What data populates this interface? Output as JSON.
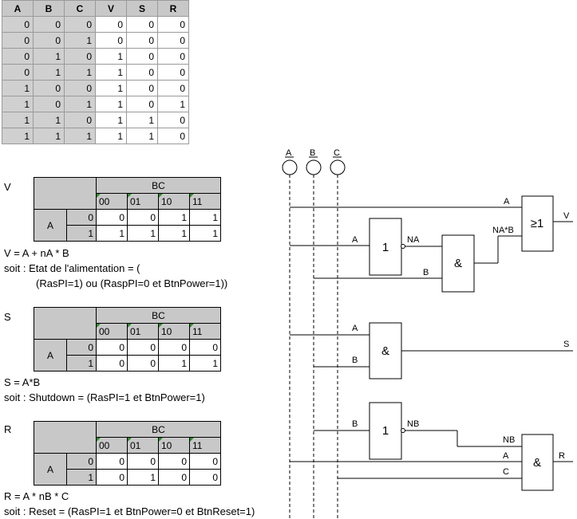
{
  "truth_table": {
    "headers": [
      "A",
      "B",
      "C",
      "V",
      "S",
      "R"
    ],
    "rows": [
      [
        "0",
        "0",
        "0",
        "0",
        "0",
        "0"
      ],
      [
        "0",
        "0",
        "1",
        "0",
        "0",
        "0"
      ],
      [
        "0",
        "1",
        "0",
        "1",
        "0",
        "0"
      ],
      [
        "0",
        "1",
        "1",
        "1",
        "0",
        "0"
      ],
      [
        "1",
        "0",
        "0",
        "1",
        "0",
        "0"
      ],
      [
        "1",
        "0",
        "1",
        "1",
        "0",
        "1"
      ],
      [
        "1",
        "1",
        "0",
        "1",
        "1",
        "0"
      ],
      [
        "1",
        "1",
        "1",
        "1",
        "1",
        "0"
      ]
    ]
  },
  "kmaps": [
    {
      "label": "V",
      "bc": "BC",
      "cols": [
        "00",
        "01",
        "10",
        "11"
      ],
      "row_var": "A",
      "rows": [
        {
          "a": "0",
          "vals": [
            "0",
            "0",
            "1",
            "1"
          ]
        },
        {
          "a": "1",
          "vals": [
            "1",
            "1",
            "1",
            "1"
          ]
        }
      ],
      "eq": "V = A + nA * B",
      "desc1": "soit : Etat de l'alimentation = (",
      "desc2": "(RasPI=1) ou (RaspPI=0 et BtnPower=1))"
    },
    {
      "label": "S",
      "bc": "BC",
      "cols": [
        "00",
        "01",
        "10",
        "11"
      ],
      "row_var": "A",
      "rows": [
        {
          "a": "0",
          "vals": [
            "0",
            "0",
            "0",
            "0"
          ]
        },
        {
          "a": "1",
          "vals": [
            "0",
            "0",
            "1",
            "1"
          ]
        }
      ],
      "eq": "S = A*B",
      "desc1": "soit : Shutdown = (RasPI=1 et BtnPower=1)",
      "desc2": ""
    },
    {
      "label": "R",
      "bc": "BC",
      "cols": [
        "00",
        "01",
        "10",
        "11"
      ],
      "row_var": "A",
      "rows": [
        {
          "a": "0",
          "vals": [
            "0",
            "0",
            "0",
            "0"
          ]
        },
        {
          "a": "1",
          "vals": [
            "0",
            "1",
            "0",
            "0"
          ]
        }
      ],
      "eq": "R = A * nB * C",
      "desc1": "soit : Reset = (RasPI=1 et BtnPower=0 et BtnReset=1)",
      "desc2": ""
    }
  ],
  "circuit": {
    "inputs": [
      "A",
      "B",
      "C"
    ],
    "gate_not": "1",
    "gate_and": "&",
    "gate_or": "≥1",
    "wire_a": "A",
    "wire_b": "B",
    "wire_c": "C",
    "sig_na": "NA",
    "sig_nb": "NB",
    "sig_nab": "NA*B",
    "out_v": "V",
    "out_s": "S",
    "out_r": "R"
  }
}
